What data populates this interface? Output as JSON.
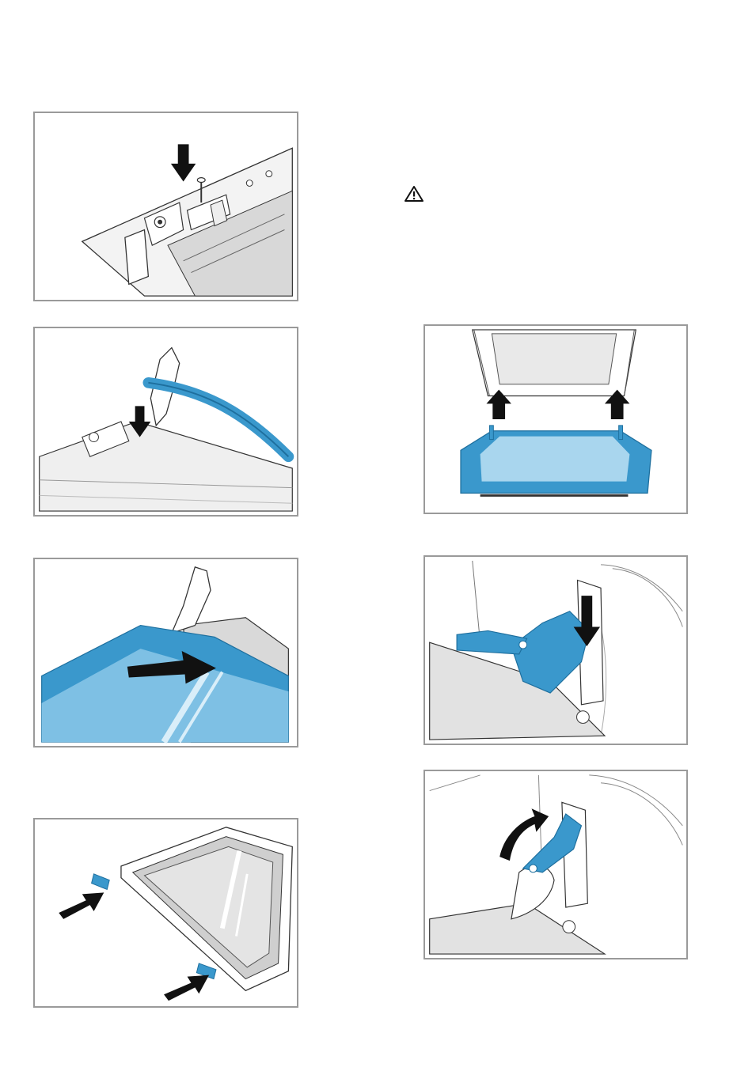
{
  "warning": {
    "icon": "warning-triangle-icon"
  },
  "figures": [
    {
      "id": "fig-screw-hinge-cover",
      "icon": "down-arrow-icon"
    },
    {
      "id": "fig-insert-seal",
      "icon": "down-arrow-icon"
    },
    {
      "id": "fig-slide-glass-panel",
      "icon": "right-arrow-icon"
    },
    {
      "id": "fig-insert-clips",
      "icon": "right-arrow-icon"
    },
    {
      "id": "fig-attach-door",
      "icon": "up-arrow-icon"
    },
    {
      "id": "fig-lower-hinge-lever",
      "icon": "down-arrow-icon"
    },
    {
      "id": "fig-raise-hinge-lever",
      "icon": "curved-arrow-icon"
    }
  ],
  "colors": {
    "frame": "#9a9a9a",
    "accent_blue": "#3a98cc",
    "light_blue": "#a9d6ee",
    "line": "#333333",
    "arrow": "#111111"
  }
}
